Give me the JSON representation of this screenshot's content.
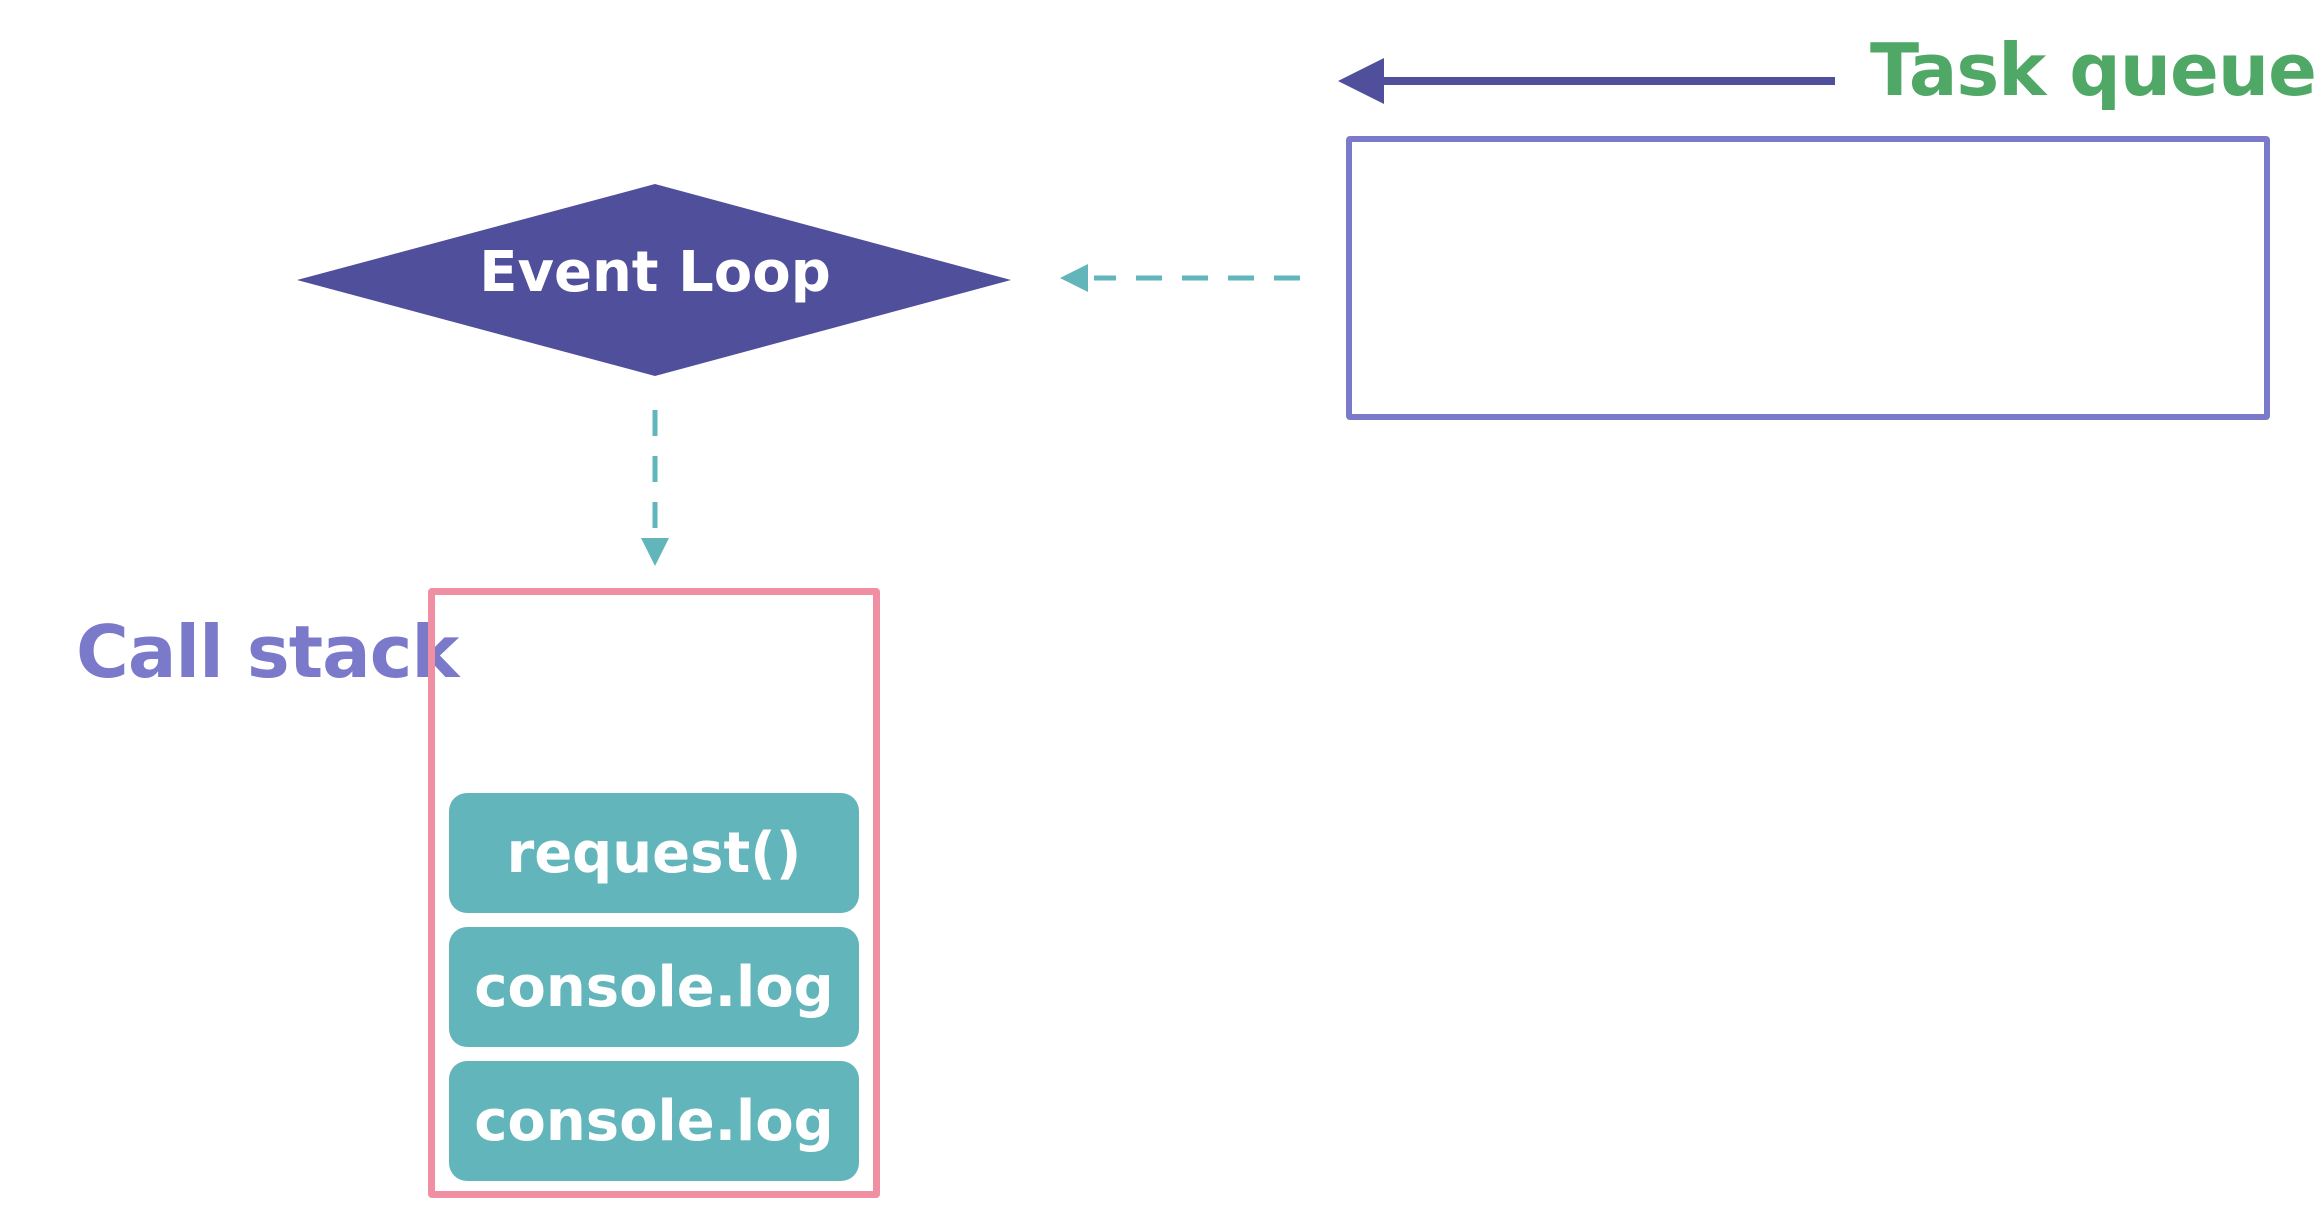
{
  "labels": {
    "task_queue": "Task queue",
    "call_stack": "Call stack",
    "event_loop": "Event Loop"
  },
  "call_stack": {
    "frames": [
      {
        "label": "request()"
      },
      {
        "label": "console.log"
      },
      {
        "label": "console.log"
      }
    ]
  },
  "colors": {
    "event_loop_fill": "#4f4f9b",
    "task_queue_label": "#4fa866",
    "call_stack_label": "#7b79c9",
    "task_queue_border": "#7b79c9",
    "call_stack_border": "#ef8fa1",
    "frame_fill": "#62b5ba",
    "arrow_solid": "#4f4f9b",
    "arrow_dashed": "#62b5ba"
  }
}
